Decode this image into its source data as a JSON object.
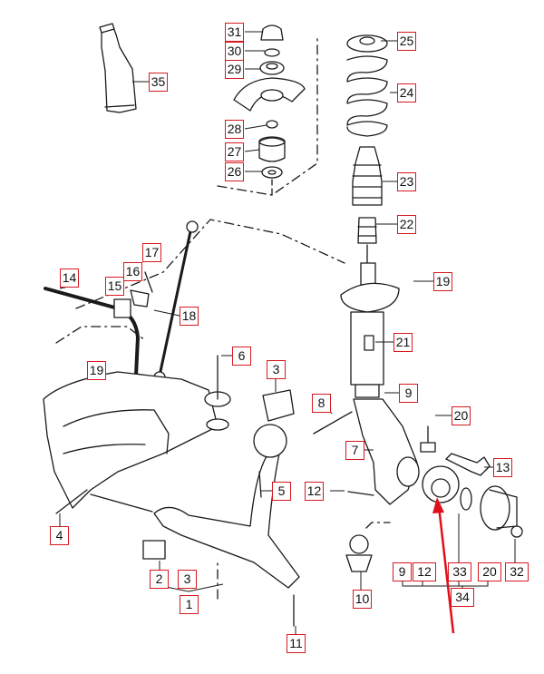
{
  "labels": {
    "l35": "35",
    "l31": "31",
    "l30": "30",
    "l29": "29",
    "l28": "28",
    "l27": "27",
    "l26": "26",
    "l25": "25",
    "l24": "24",
    "l23": "23",
    "l22": "22",
    "l19a": "19",
    "l21": "21",
    "l17": "17",
    "l16": "16",
    "l15": "15",
    "l14": "14",
    "l18": "18",
    "l19b": "19",
    "l6": "6",
    "l3a": "3",
    "l9a": "9",
    "l8": "8",
    "l20a": "20",
    "l7": "7",
    "l13": "13",
    "l12a": "12",
    "l5": "5",
    "l4": "4",
    "l2": "2",
    "l3b": "3",
    "l1": "1",
    "l11": "11",
    "l10": "10",
    "l9b": "9",
    "l12b": "12",
    "l33": "33",
    "l20b": "20",
    "l32": "32",
    "l34": "34"
  },
  "colors": {
    "label_border": "#d71920",
    "arrow": "#e0101a",
    "line": "#1a1a1a"
  }
}
